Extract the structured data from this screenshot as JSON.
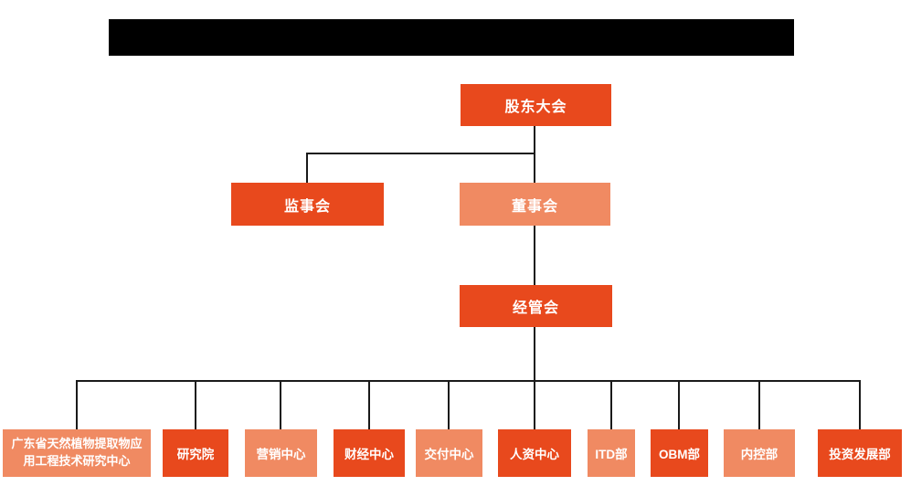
{
  "colors": {
    "dark_orange": "#E8491D",
    "light_orange": "#F08A62",
    "connector_line": "#1a1a1a",
    "node_text": "#ffffff",
    "redacted_bar": "#000000"
  },
  "org": {
    "shareholders": {
      "label": "股东大会",
      "variant": "dark"
    },
    "supervisory_board": {
      "label": "监事会",
      "variant": "dark"
    },
    "board_of_directors": {
      "label": "董事会",
      "variant": "light"
    },
    "management_committee": {
      "label": "经管会",
      "variant": "dark"
    },
    "departments": [
      {
        "label": "广东省天然植物提取物应用工程技术研究中心",
        "variant": "light"
      },
      {
        "label": "研究院",
        "variant": "dark"
      },
      {
        "label": "营销中心",
        "variant": "light"
      },
      {
        "label": "财经中心",
        "variant": "dark"
      },
      {
        "label": "交付中心",
        "variant": "light"
      },
      {
        "label": "人资中心",
        "variant": "dark"
      },
      {
        "label": "ITD部",
        "variant": "light"
      },
      {
        "label": "OBM部",
        "variant": "dark"
      },
      {
        "label": "内控部",
        "variant": "light"
      },
      {
        "label": "投资发展部",
        "variant": "dark"
      }
    ]
  }
}
